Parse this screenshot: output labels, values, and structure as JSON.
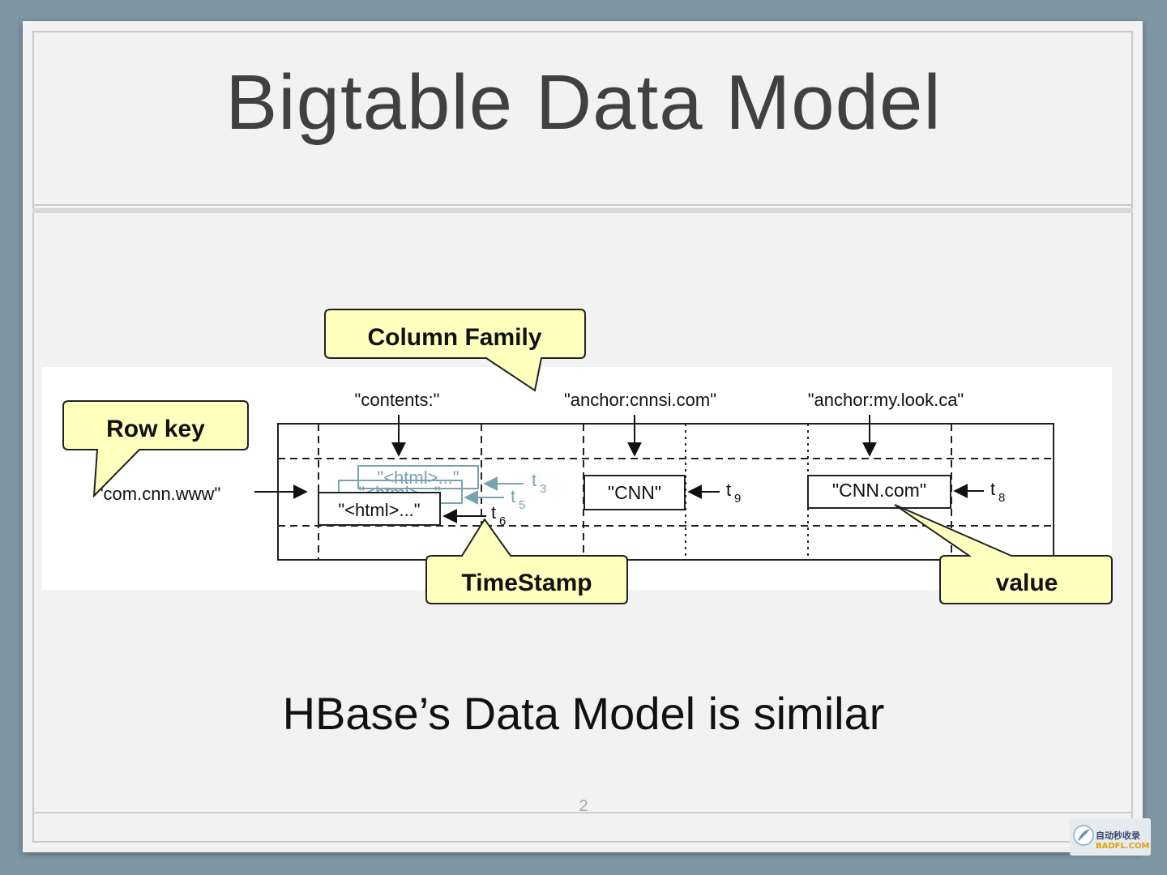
{
  "slide": {
    "title": "Bigtable Data Model",
    "subtitle": "HBase’s Data Model is similar",
    "page_number": "2"
  },
  "diagram": {
    "columns": [
      "\"contents:\"",
      "\"anchor:cnnsi.com\"",
      "\"anchor:my.look.ca\""
    ],
    "row_key_value": "\"com.cnn.www\"",
    "cells": {
      "contents_versions": [
        "\"<html>...\"",
        "\"<html>...\"",
        "\"<html>...\""
      ],
      "contents_timestamps": [
        "t",
        "t",
        "t"
      ],
      "contents_timestamp_subs": [
        "3",
        "5",
        "6"
      ],
      "cnnsi_value": "\"CNN\"",
      "cnnsi_timestamp": "t",
      "cnnsi_timestamp_sub": "9",
      "mylook_value": "\"CNN.com\"",
      "mylook_timestamp": "t",
      "mylook_timestamp_sub": "8"
    },
    "callouts": {
      "column_family": "Column Family",
      "row_key": "Row key",
      "timestamp": "TimeStamp",
      "value": "value"
    }
  },
  "watermark": {
    "cn": "自动秒收录",
    "en": "BADFL.COM"
  },
  "colors": {
    "background": "#7f97a5",
    "slide": "#f2f2f2",
    "callout_fill": "#ffffbe",
    "faded_version": "#7aa3b0"
  }
}
